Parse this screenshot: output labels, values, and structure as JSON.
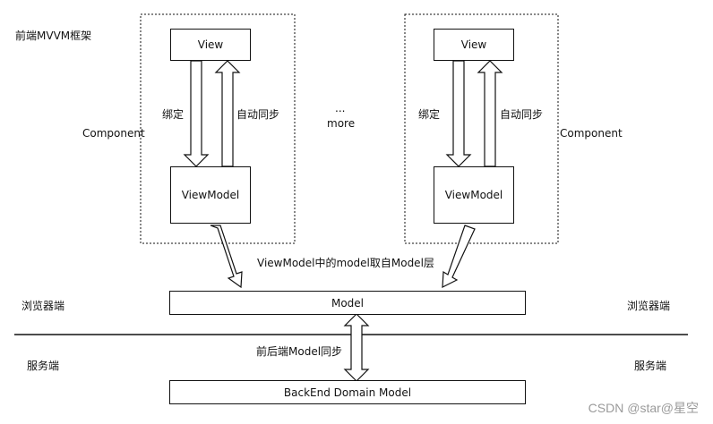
{
  "framework_title": "前端MVVM框架",
  "components": [
    {
      "name": "Component",
      "view": "View",
      "viewmodel": "ViewModel",
      "bind": "绑定",
      "sync": "自动同步"
    },
    {
      "name": "Component",
      "view": "View",
      "viewmodel": "ViewModel",
      "bind": "绑定",
      "sync": "自动同步"
    }
  ],
  "more_dots": "...",
  "more": "more",
  "vm_model_note": "ViewModel中的model取自Model层",
  "model": "Model",
  "browser_side": "浏览器端",
  "server_side": "服务端",
  "model_sync": "前后端Model同步",
  "backend_model": "BackEnd Domain Model",
  "watermark": "CSDN @star@星空"
}
